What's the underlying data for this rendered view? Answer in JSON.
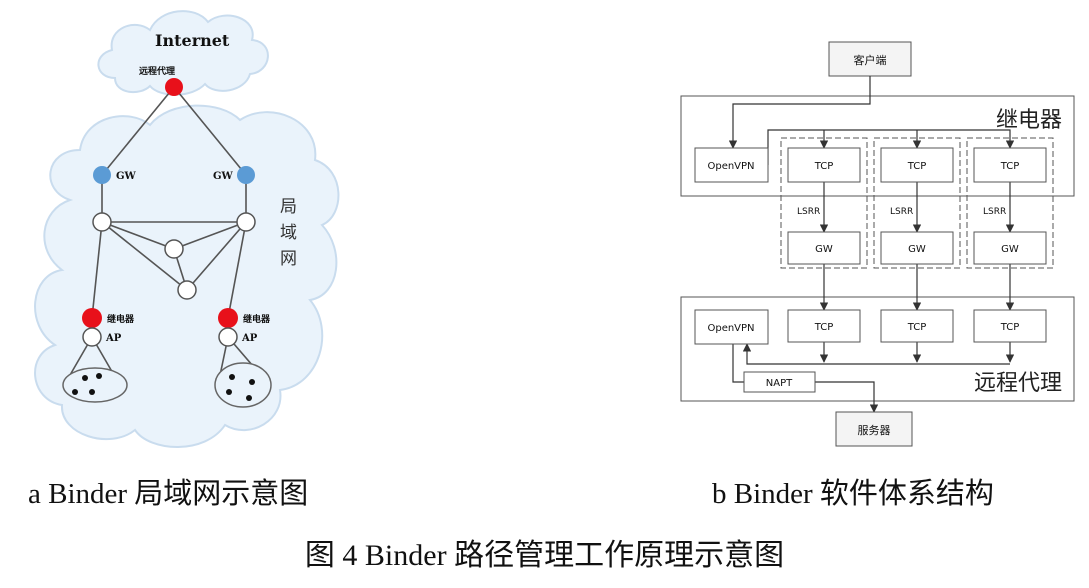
{
  "figure_a": {
    "caption": "a Binder 局域网示意图",
    "internet_label": "Internet",
    "remote_proxy_label": "远程代理",
    "gw_left_label": "GW",
    "gw_right_label": "GW",
    "lan_label_1": "局",
    "lan_label_2": "域",
    "lan_label_3": "网",
    "relay_left_label": "继电器",
    "relay_right_label": "继电器",
    "ap_left_label": "AP",
    "ap_right_label": "AP",
    "colors": {
      "red_node": "#e8101a",
      "blue_node": "#5b9bd5",
      "cloud_fill": "#eaf3fb",
      "cloud_stroke": "#c9dcee"
    }
  },
  "figure_b": {
    "caption": "b Binder 软件体系结构",
    "client_label": "客户端",
    "relay_title": "继电器",
    "openvpn_top_label": "OpenVPN",
    "tcp_top_labels": [
      "TCP",
      "TCP",
      "TCP"
    ],
    "lsrr_labels": [
      "LSRR",
      "LSRR",
      "LSRR"
    ],
    "gw_labels": [
      "GW",
      "GW",
      "GW"
    ],
    "proxy_title": "远程代理",
    "openvpn_bottom_label": "OpenVPN",
    "tcp_bottom_labels": [
      "TCP",
      "TCP",
      "TCP"
    ],
    "napt_label": "NAPT",
    "server_label": "服务器"
  },
  "main_caption": "图 4  Binder 路径管理工作原理示意图"
}
